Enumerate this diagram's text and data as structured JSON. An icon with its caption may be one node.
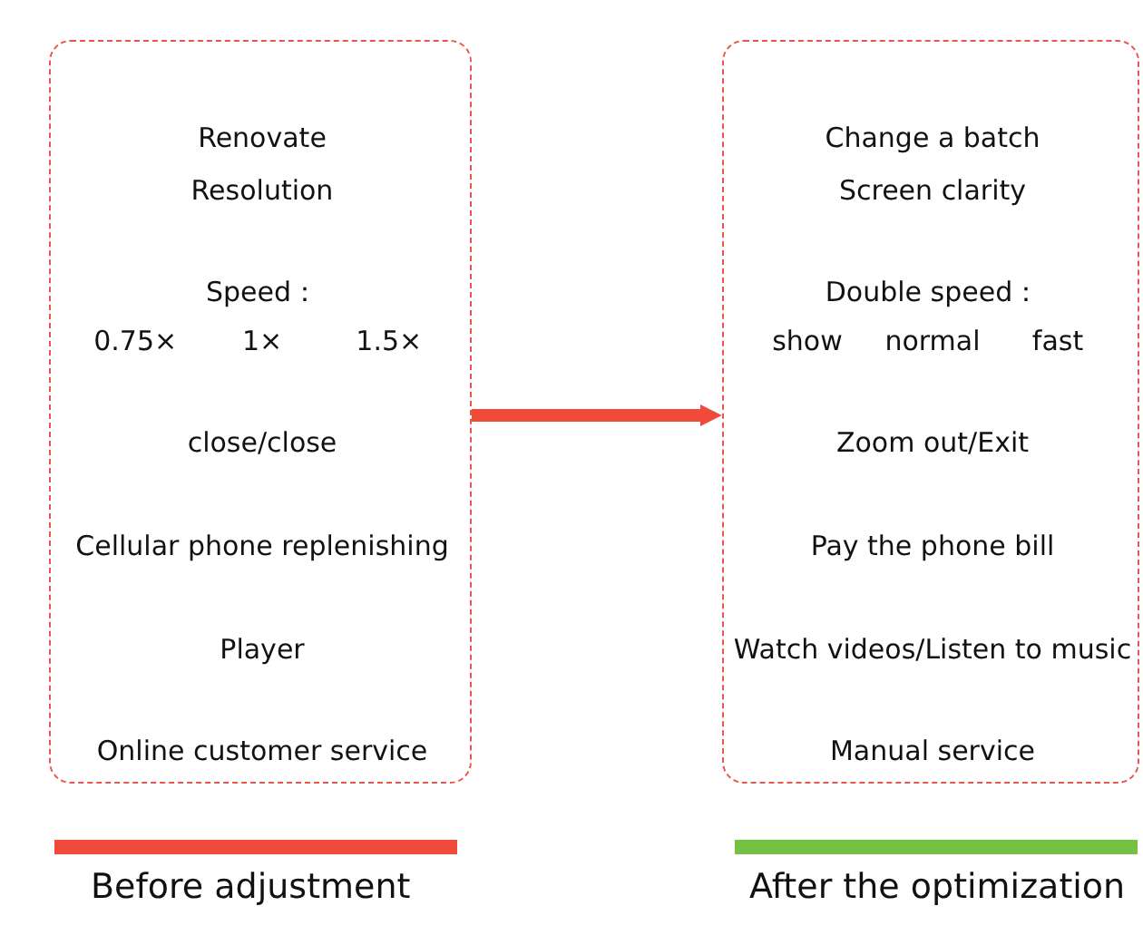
{
  "diagram": {
    "nodes": [
      {
        "text": [
          "Renovate",
          "Resolution",
          "Speed：",
          "0.75×",
          "1×",
          "1.5×",
          "close/close",
          "Cellular phone replenishing",
          "Player",
          "Online customer service"
        ],
        "beside": [
          "Before adjustment"
        ]
      },
      {
        "text": [
          "Change a batch",
          "Screen clarity",
          "Double speed：",
          "show",
          "normal",
          "fast",
          "Zoom out/Exit",
          "Pay the phone bill",
          "Watch videos/Listen to music",
          "Manual service"
        ],
        "beside": [
          "After the optimization"
        ]
      }
    ],
    "edges": [
      {
        "from": 0,
        "to": 1,
        "arrow": "to"
      }
    ]
  }
}
